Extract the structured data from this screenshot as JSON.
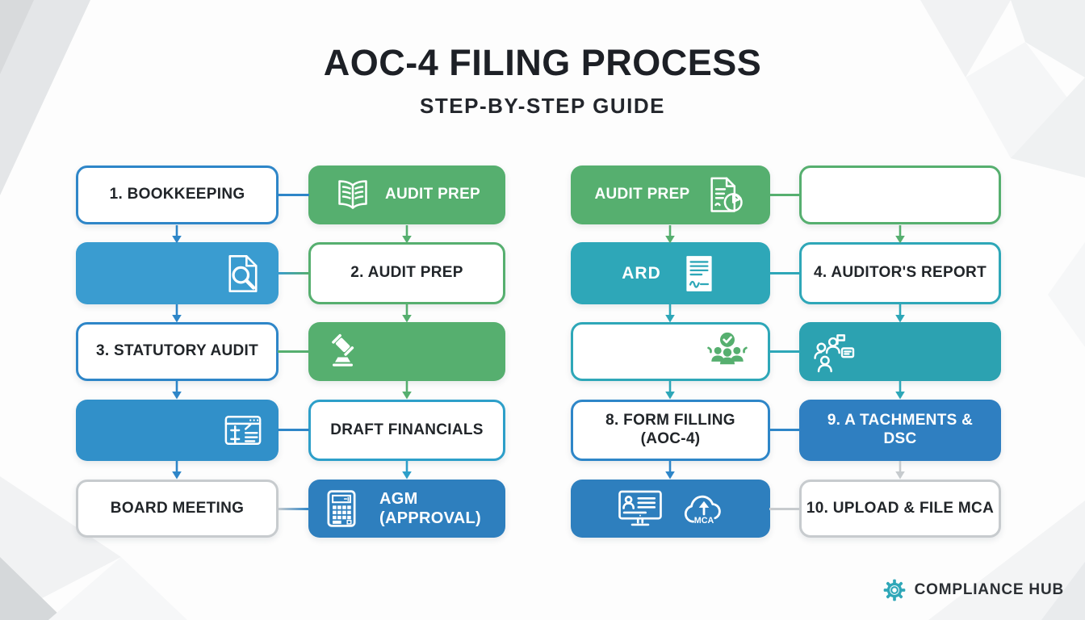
{
  "header": {
    "title": "AOC-4 FILING PROCESS",
    "subtitle": "STEP-BY-STEP GUIDE"
  },
  "boxes": {
    "c1r1": {
      "label": "1. BOOKKEEPING"
    },
    "c1r2": {
      "icon": "document-search-icon"
    },
    "c1r3": {
      "label": "3. STATUTORY AUDIT"
    },
    "c1r4": {
      "icon": "calculation-window-icon"
    },
    "c1r5": {
      "label": "BOARD MEETING"
    },
    "c2r1": {
      "label": "AUDIT PREP",
      "icon": "open-book-icon"
    },
    "c2r2": {
      "label": "2. AUDIT PREP"
    },
    "c2r3": {
      "icon": "gavel-icon"
    },
    "c2r4": {
      "label": "DRAFT FINANCIALS"
    },
    "c2r5": {
      "line1": "AGM",
      "line2": "(APPROVAL)",
      "icon": "calculator-icon"
    },
    "c3r1": {
      "label": "AUDIT PREP",
      "icon": "report-pie-icon"
    },
    "c3r2": {
      "label": "ARD",
      "icon": "signed-document-icon"
    },
    "c3r3": {
      "icon": "team-approved-icon"
    },
    "c3r4": {
      "line1": "8. FORM FILLING",
      "line2": "(AOC-4)"
    },
    "c3r5": {
      "icon_left": "monitor-person-icon",
      "icon_right": "cloud-upload-icon",
      "cloud_label": "MCA"
    },
    "c4r1": {
      "label": ""
    },
    "c4r2": {
      "label": "4. AUDITOR'S REPORT"
    },
    "c4r3": {
      "icon": "stakeholders-icon"
    },
    "c4r4": {
      "line1": "9. A TACHMENTS &",
      "line2": "DSC"
    },
    "c4r5": {
      "label": "10. UPLOAD & FILE MCA"
    }
  },
  "footer": {
    "brand": "COMPLIANCE HUB"
  },
  "colors": {
    "green": "#56AF6F",
    "blue_light": "#3A9CD0",
    "blue_mid": "#3190C9",
    "blue_dark": "#2E7FBE",
    "teal": "#2EA7B8",
    "border_blue": "#2E86C8",
    "border_cyan": "#2D9FC9",
    "border_gray": "#C7CBCE",
    "text_dark": "#212529"
  }
}
